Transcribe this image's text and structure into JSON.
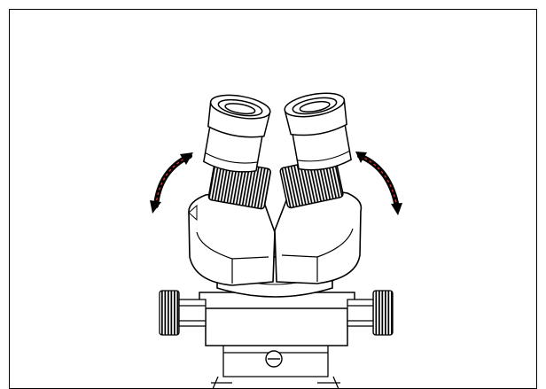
{
  "figure": {
    "subject": "stereo-microscope-binocular-head",
    "colors": {
      "line": "#000000",
      "fill": "#ffffff",
      "arrow_dash": "#e0302a"
    },
    "eyepieces": [
      {
        "side": "left",
        "icon": "eyepiece"
      },
      {
        "side": "right",
        "icon": "eyepiece"
      }
    ],
    "rotation_arrows": [
      {
        "side": "left",
        "icon": "curved-double-arrow"
      },
      {
        "side": "right",
        "icon": "curved-double-arrow"
      }
    ],
    "focus_knobs": [
      {
        "side": "left",
        "icon": "knurled-knob"
      },
      {
        "side": "right",
        "icon": "knurled-knob"
      }
    ]
  }
}
